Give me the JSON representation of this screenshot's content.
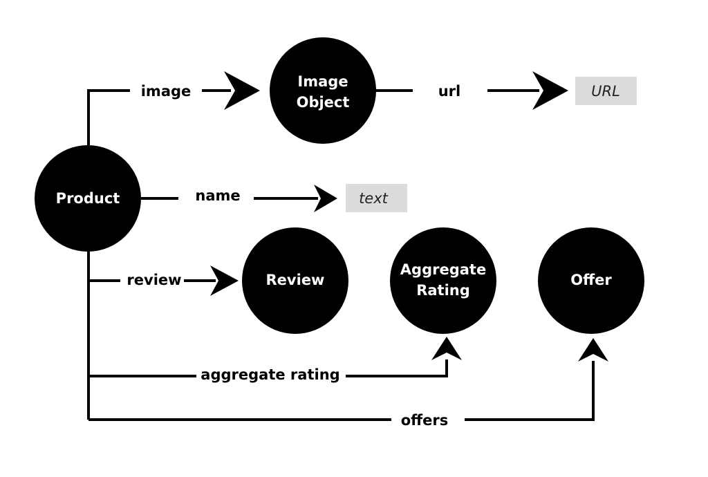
{
  "nodes": {
    "product": {
      "label": "Product"
    },
    "image_object": {
      "label_line1": "Image",
      "label_line2": "Object"
    },
    "review": {
      "label": "Review"
    },
    "aggregate_rating": {
      "label_line1": "Aggregate",
      "label_line2": "Rating"
    },
    "offer": {
      "label": "Offer"
    }
  },
  "literals": {
    "url": "URL",
    "text": "text"
  },
  "edges": {
    "image": "image",
    "url": "url",
    "name": "name",
    "review": "review",
    "aggregate_rating": "aggregate rating",
    "offers": "offers"
  },
  "colors": {
    "node_fill": "#000000",
    "literal_fill": "#dcdcdc",
    "line": "#000000"
  }
}
